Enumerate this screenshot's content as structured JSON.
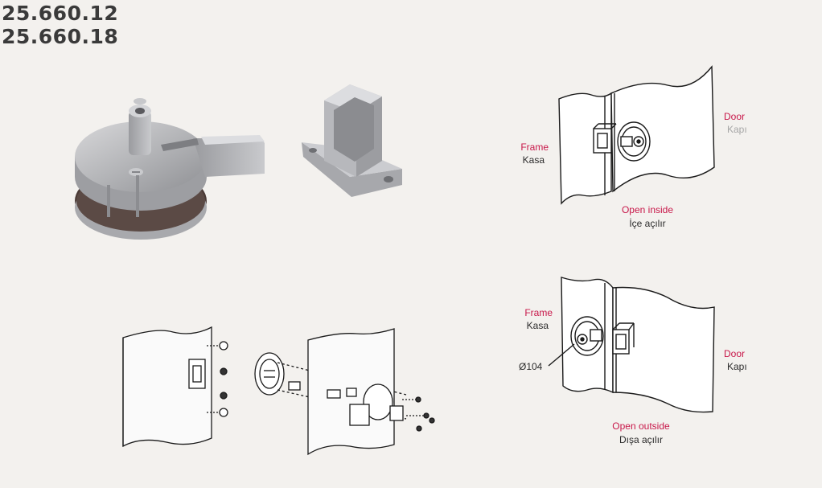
{
  "product_codes": [
    "25.660.12",
    "25.660.18"
  ],
  "diagram_top": {
    "frame_label": "Frame",
    "frame_label_tr": "Kasa",
    "door_label": "Door",
    "door_label_tr": "Kapı",
    "mode_label": "Open inside",
    "mode_label_tr": "İçe açılır"
  },
  "diagram_bottom": {
    "frame_label": "Frame",
    "frame_label_tr": "Kasa",
    "door_label": "Door",
    "door_label_tr": "Kapı",
    "mode_label": "Open outside",
    "mode_label_tr": "Dışa açılır",
    "diameter_label": "Ø104"
  },
  "colors": {
    "accent": "#c8184a",
    "background": "#f3f1ee",
    "text": "#2b2b2b",
    "muted": "#a6a6a6"
  }
}
